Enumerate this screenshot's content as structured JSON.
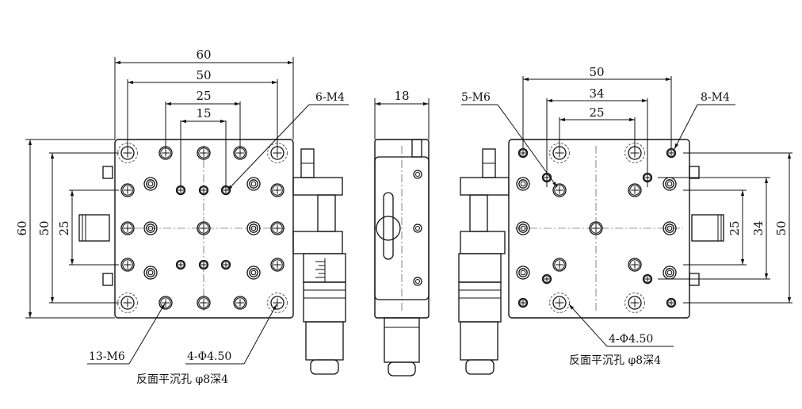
{
  "left_view": {
    "dim_60_width": "60",
    "dim_50_width": "50",
    "dim_25_width": "25",
    "dim_15_width": "15",
    "dim_60_height": "60",
    "dim_50_height": "50",
    "dim_25_height": "25",
    "callout_6m4": "6-M4",
    "callout_13m6": "13-M6",
    "callout_4phi": "4-Φ4.50",
    "note": "反面平沉孔 φ8深4"
  },
  "side_view": {
    "dim_18": "18"
  },
  "right_view": {
    "dim_50_width": "50",
    "dim_34_width": "34",
    "dim_25_width": "25",
    "dim_25_height": "25",
    "dim_34_height": "34",
    "dim_50_height": "50",
    "callout_5m6": "5-M6",
    "callout_8m4": "8-M4",
    "callout_4phi": "4-Φ4.50",
    "note": "反面平沉孔 φ8深4"
  }
}
